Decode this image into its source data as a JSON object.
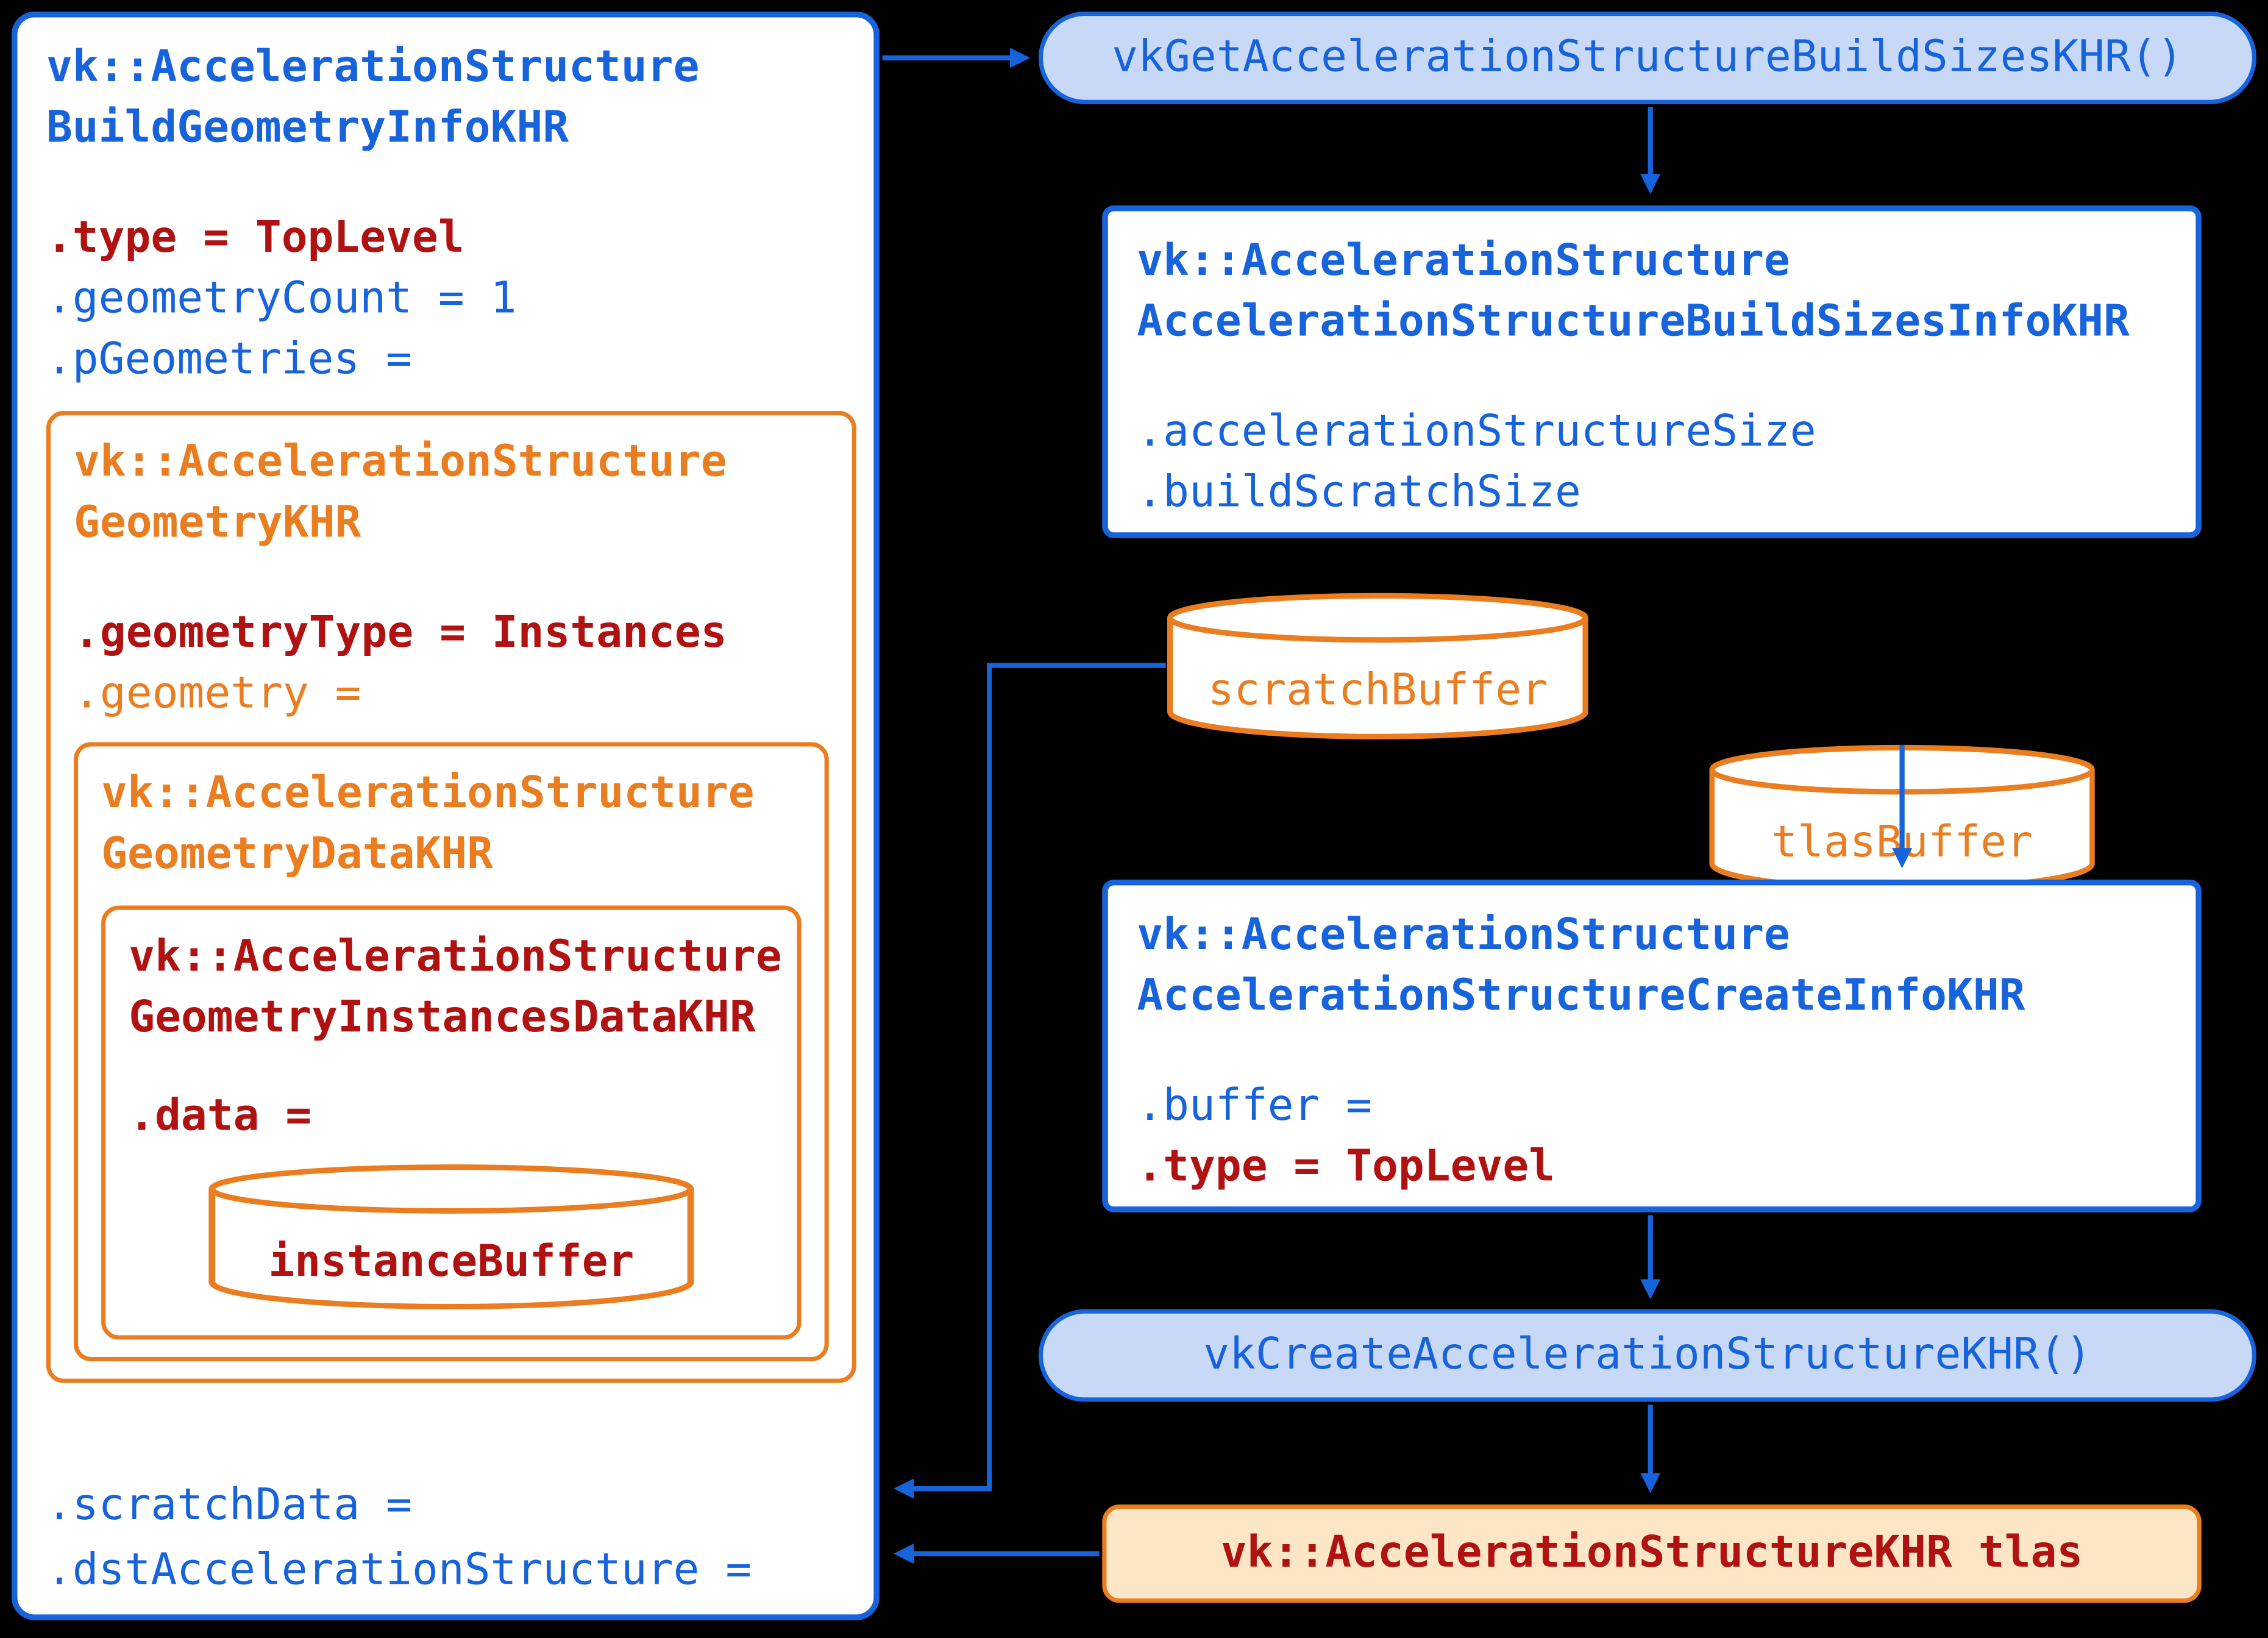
{
  "colors": {
    "background": "#000000",
    "blue": "#1763db",
    "light_blue_fill": "#c7d9f6",
    "orange": "#e97d1f",
    "dark_red": "#b01212",
    "peach_fill": "#fce6c5",
    "box_fill": "#ffffff"
  },
  "build_geometry_info_box": {
    "title_line1": "vk::AccelerationStructure",
    "title_line2": "BuildGeometryInfoKHR",
    "field_type": ".type = TopLevel",
    "field_geometry_count": ".geometryCount = 1",
    "field_pgeometries": ".pGeometries =",
    "field_scratch_data": ".scratchData =",
    "field_dst_acceleration_structure": ".dstAccelerationStructure =",
    "geometry_box": {
      "title_line1": "vk::AccelerationStructure",
      "title_line2": "GeometryKHR",
      "field_geometry_type": ".geometryType = Instances",
      "field_geometry": ".geometry =",
      "geometry_data_box": {
        "title_line1": "vk::AccelerationStructure",
        "title_line2": "GeometryDataKHR",
        "instances_data_box": {
          "title_line1": "vk::AccelerationStructure",
          "title_line2": "GeometryInstancesDataKHR",
          "field_data": ".data =",
          "instance_buffer_label": "instanceBuffer"
        }
      }
    }
  },
  "get_build_sizes_pill": {
    "label": "vkGetAccelerationStructureBuildSizesKHR()"
  },
  "build_sizes_info_box": {
    "title_line1": "vk::AccelerationStructure",
    "title_line2": "AccelerationStructureBuildSizesInfoKHR",
    "field_acceleration_structure_size": ".accelerationStructureSize",
    "field_build_scratch_size": ".buildScratchSize"
  },
  "scratch_buffer_cylinder": {
    "label": "scratchBuffer"
  },
  "tlas_buffer_cylinder": {
    "label": "tlasBuffer"
  },
  "create_info_box": {
    "title_line1": "vk::AccelerationStructure",
    "title_line2": "AccelerationStructureCreateInfoKHR",
    "field_buffer": ".buffer =",
    "field_type": ".type = TopLevel"
  },
  "create_pill": {
    "label": "vkCreateAccelerationStructureKHR()"
  },
  "tlas_box": {
    "type_label": "vk::AccelerationStructureKHR",
    "var_label": " tlas"
  }
}
